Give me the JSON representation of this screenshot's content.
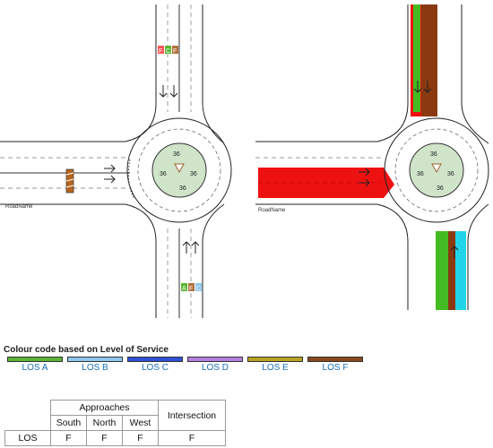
{
  "left_diagram": {
    "road_name": "RoadName",
    "island_values": [
      "36",
      "36",
      "36",
      "36"
    ],
    "north_lane_badges": [
      "F",
      "C",
      "F"
    ],
    "south_lane_badges": [
      "A",
      "F",
      "C"
    ]
  },
  "right_diagram": {
    "road_name": "RoadName",
    "island_values": [
      "36",
      "36",
      "36",
      "36"
    ]
  },
  "legend": {
    "title": "Colour code based on Level of Service",
    "items": [
      {
        "label": "LOS A",
        "color": "#5cb534"
      },
      {
        "label": "LOS B",
        "color": "#8ec8ee"
      },
      {
        "label": "LOS C",
        "color": "#3050d8"
      },
      {
        "label": "LOS D",
        "color": "#b380e0"
      },
      {
        "label": "LOS E",
        "color": "#b8a420"
      },
      {
        "label": "LOS F",
        "color": "#8a4a1e"
      }
    ]
  },
  "table": {
    "group_header": "Approaches",
    "approaches": [
      "South",
      "North",
      "West"
    ],
    "intersection_header": "Intersection",
    "row_label": "LOS",
    "values": [
      "F",
      "F",
      "F"
    ],
    "intersection_value": "F"
  },
  "colors": {
    "los_f_lane": "#8a3a10",
    "congested": "#ee1111",
    "good": "#44bb22",
    "cyan": "#22d4e8",
    "island": "#cfe4c9"
  }
}
